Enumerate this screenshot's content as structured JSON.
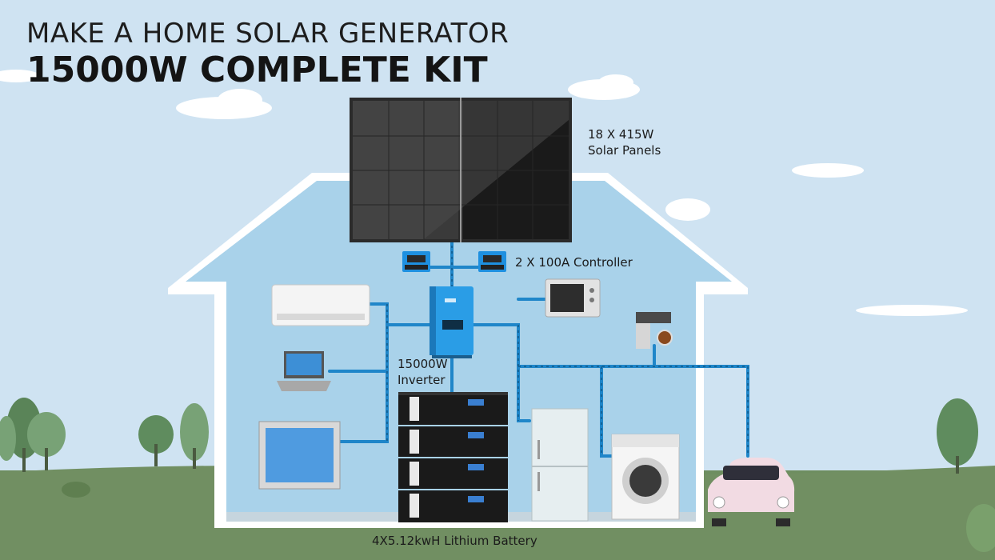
{
  "title": {
    "line1": "MAKE A HOME SOLAR GENERATOR",
    "line2": "15000W COMPLETE KIT"
  },
  "labels": {
    "panels": [
      "18 X 415W",
      "Solar Panels"
    ],
    "controller": "2 X 100A Controller",
    "inverter": [
      "15000W",
      "Inverter"
    ],
    "battery": "4X5.12kwH Lithium Battery"
  },
  "colors": {
    "sky": "#cfe3f2",
    "grass": "#6f8f5f",
    "house_interior": "#a9d2ea",
    "wire": "#1f86c9",
    "controller": "#1e90e0",
    "inverter": "#2a9de6"
  }
}
